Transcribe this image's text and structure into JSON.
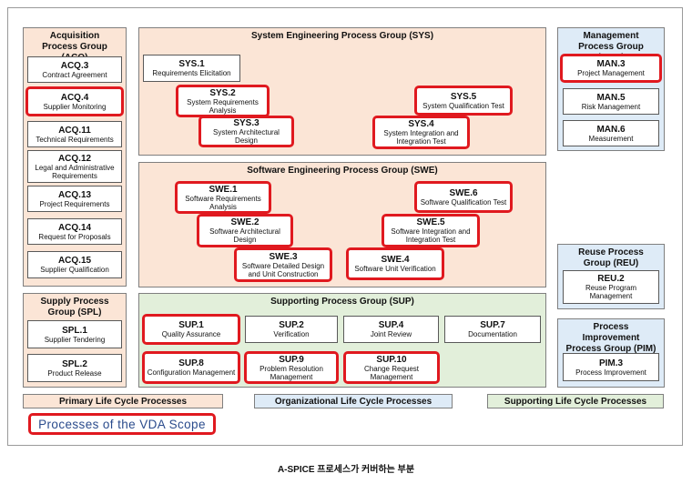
{
  "groups": {
    "acq": {
      "title": "Acquisition Process Group (ACQ)"
    },
    "sys": {
      "title": "System Engineering Process Group (SYS)"
    },
    "man": {
      "title": "Management Process Group (MAN)"
    },
    "swe": {
      "title": "Software Engineering Process Group (SWE)"
    },
    "reu": {
      "title": "Reuse Process Group (REU)"
    },
    "spl": {
      "title": "Supply Process Group (SPL)"
    },
    "sup": {
      "title": "Supporting Process Group (SUP)"
    },
    "pim": {
      "title": "Process Improvement Process Group (PIM)"
    }
  },
  "processes": {
    "acq3": {
      "id": "ACQ.3",
      "name": "Contract Agreement",
      "vda": false
    },
    "acq4": {
      "id": "ACQ.4",
      "name": "Supplier Monitoring",
      "vda": true
    },
    "acq11": {
      "id": "ACQ.11",
      "name": "Technical Requirements",
      "vda": false
    },
    "acq12": {
      "id": "ACQ.12",
      "name": "Legal and Administrative Requirements",
      "vda": false
    },
    "acq13": {
      "id": "ACQ.13",
      "name": "Project Requirements",
      "vda": false
    },
    "acq14": {
      "id": "ACQ.14",
      "name": "Request for Proposals",
      "vda": false
    },
    "acq15": {
      "id": "ACQ.15",
      "name": "Supplier Qualification",
      "vda": false
    },
    "sys1": {
      "id": "SYS.1",
      "name": "Requirements Elicitation",
      "vda": false
    },
    "sys2": {
      "id": "SYS.2",
      "name": "System Requirements Analysis",
      "vda": true
    },
    "sys3": {
      "id": "SYS.3",
      "name": "System Architectural Design",
      "vda": true
    },
    "sys4": {
      "id": "SYS.4",
      "name": "System Integration and Integration Test",
      "vda": true
    },
    "sys5": {
      "id": "SYS.5",
      "name": "System Qualification Test",
      "vda": true
    },
    "swe1": {
      "id": "SWE.1",
      "name": "Software Requirements Analysis",
      "vda": true
    },
    "swe2": {
      "id": "SWE.2",
      "name": "Software Architectural Design",
      "vda": true
    },
    "swe3": {
      "id": "SWE.3",
      "name": "Software Detailed Design and Unit Construction",
      "vda": true
    },
    "swe4": {
      "id": "SWE.4",
      "name": "Software Unit Verification",
      "vda": true
    },
    "swe5": {
      "id": "SWE.5",
      "name": "Software Integration and Integration Test",
      "vda": true
    },
    "swe6": {
      "id": "SWE.6",
      "name": "Software Qualification Test",
      "vda": true
    },
    "man3": {
      "id": "MAN.3",
      "name": "Project Management",
      "vda": true
    },
    "man5": {
      "id": "MAN.5",
      "name": "Risk Management",
      "vda": false
    },
    "man6": {
      "id": "MAN.6",
      "name": "Measurement",
      "vda": false
    },
    "reu2": {
      "id": "REU.2",
      "name": "Reuse Program Management",
      "vda": false
    },
    "pim3": {
      "id": "PIM.3",
      "name": "Process Improvement",
      "vda": false
    },
    "spl1": {
      "id": "SPL.1",
      "name": "Supplier Tendering",
      "vda": false
    },
    "spl2": {
      "id": "SPL.2",
      "name": "Product Release",
      "vda": false
    },
    "sup1": {
      "id": "SUP.1",
      "name": "Quality Assurance",
      "vda": true
    },
    "sup2": {
      "id": "SUP.2",
      "name": "Verification",
      "vda": false
    },
    "sup4": {
      "id": "SUP.4",
      "name": "Joint Review",
      "vda": false
    },
    "sup7": {
      "id": "SUP.7",
      "name": "Documentation",
      "vda": false
    },
    "sup8": {
      "id": "SUP.8",
      "name": "Configuration Management",
      "vda": true
    },
    "sup9": {
      "id": "SUP.9",
      "name": "Problem Resolution Management",
      "vda": true
    },
    "sup10": {
      "id": "SUP.10",
      "name": "Change Request Management",
      "vda": true
    }
  },
  "legend": {
    "primary": "Primary Life Cycle Processes",
    "organizational": "Organizational Life Cycle Processes",
    "supporting": "Supporting Life Cycle Processes",
    "vda_scope": "Processes of the VDA Scope"
  },
  "caption": "A-SPICE 프로세스가 커버하는 부분",
  "colors": {
    "vda_border": "#e0191f",
    "primary_fill": "#fbe5d6",
    "organizational_fill": "#deebf7",
    "supporting_fill": "#e2efda"
  }
}
